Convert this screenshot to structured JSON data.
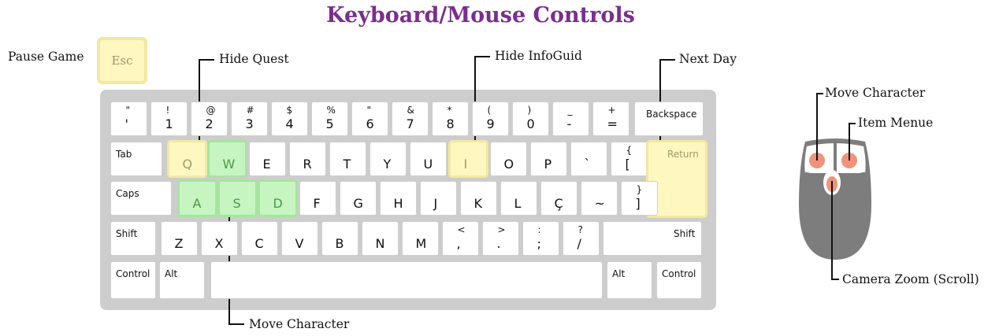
{
  "title": "Keyboard/Mouse Controls",
  "callouts": {
    "pause_game": "Pause Game",
    "hide_quest": "Hide Quest",
    "hide_infoguid": "Hide InfoGuid",
    "next_day": "Next Day",
    "move_character_kbd": "Move Character",
    "move_character_mouse": "Move Character",
    "item_menue": "Item Menue",
    "camera_zoom": "Camera Zoom (Scroll)"
  },
  "esc_key": "Esc",
  "keys": {
    "r0": [
      {
        "top": "\"",
        "bottom": "'"
      },
      {
        "top": "!",
        "bottom": "1"
      },
      {
        "top": "@",
        "bottom": "2"
      },
      {
        "top": "#",
        "bottom": "3"
      },
      {
        "top": "$",
        "bottom": "4"
      },
      {
        "top": "%",
        "bottom": "5"
      },
      {
        "top": "\"",
        "bottom": "6"
      },
      {
        "top": "&",
        "bottom": "7"
      },
      {
        "top": "*",
        "bottom": "8"
      },
      {
        "top": "(",
        "bottom": "9"
      },
      {
        "top": ")",
        "bottom": "0"
      },
      {
        "top": "_",
        "bottom": "-"
      },
      {
        "top": "+",
        "bottom": "="
      },
      {
        "label": "Backspace"
      }
    ],
    "r1": [
      {
        "label": "Tab"
      },
      {
        "label": "Q"
      },
      {
        "label": "W"
      },
      {
        "label": "E"
      },
      {
        "label": "R"
      },
      {
        "label": "T"
      },
      {
        "label": "Y"
      },
      {
        "label": "U"
      },
      {
        "label": "I"
      },
      {
        "label": "O"
      },
      {
        "label": "P"
      },
      {
        "label": "`"
      },
      {
        "top": "{",
        "bottom": "["
      },
      {
        "label": "Return"
      }
    ],
    "r2": [
      {
        "label": "Caps"
      },
      {
        "label": "A"
      },
      {
        "label": "S"
      },
      {
        "label": "D"
      },
      {
        "label": "F"
      },
      {
        "label": "G"
      },
      {
        "label": "H"
      },
      {
        "label": "J"
      },
      {
        "label": "K"
      },
      {
        "label": "L"
      },
      {
        "label": "Ç"
      },
      {
        "label": "~"
      },
      {
        "top": "}",
        "bottom": "]"
      }
    ],
    "r3": [
      {
        "label": "Shift"
      },
      {
        "label": "Z"
      },
      {
        "label": "X"
      },
      {
        "label": "C"
      },
      {
        "label": "V"
      },
      {
        "label": "B"
      },
      {
        "label": "N"
      },
      {
        "label": "M"
      },
      {
        "top": "<",
        "bottom": ","
      },
      {
        "top": ">",
        "bottom": "."
      },
      {
        "top": ":",
        "bottom": ";"
      },
      {
        "top": "?",
        "bottom": "/"
      },
      {
        "label": "Shift"
      }
    ],
    "r4": [
      {
        "label": "Control"
      },
      {
        "label": "Alt"
      },
      {
        "label": ""
      },
      {
        "label": "Alt"
      },
      {
        "label": "Control"
      }
    ]
  },
  "highlight_yellow": "#fff7c0",
  "highlight_green": "#c6f5c1",
  "mouse_button_color": "#f0937a",
  "title_color": "#7a2f8c"
}
